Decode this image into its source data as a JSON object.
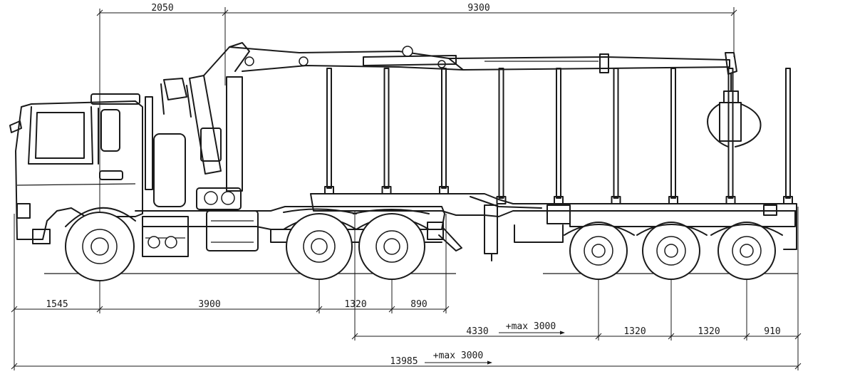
{
  "dimensions": {
    "crane_offset": "2050",
    "crane_reach": "9300",
    "front_overhang": "1545",
    "wheelbase": "3900",
    "tandem_spacing": "1320",
    "rear_overhang": "890",
    "trailer_length_base": "4330",
    "trailer_length_extension": "+max 3000",
    "trailer_axle_spacing_1": "1320",
    "trailer_axle_spacing_2": "1320",
    "trailer_rear_overhang": "910",
    "overall_length_base": "13985",
    "overall_length_extension": "+max 3000"
  },
  "stake_count": 9,
  "colors": {
    "line": "#1a1a1a",
    "background": "#ffffff"
  }
}
